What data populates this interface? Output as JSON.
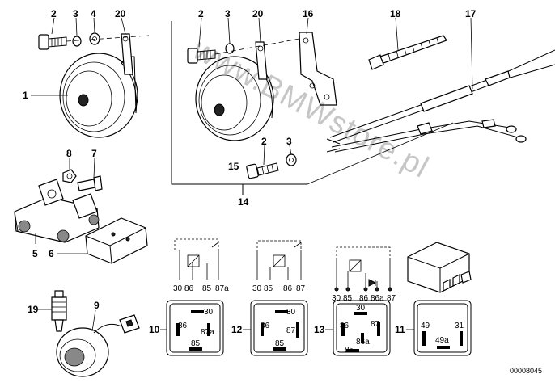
{
  "labels": {
    "p1": "1",
    "p2a": "2",
    "p3a": "3",
    "p4": "4",
    "p20a": "20",
    "p2b": "2",
    "p3b": "3",
    "p20b": "20",
    "p16": "16",
    "p18": "18",
    "p17": "17",
    "p2c": "2",
    "p3c": "3",
    "p15": "15",
    "p14": "14",
    "p8": "8",
    "p7": "7",
    "p5": "5",
    "p6": "6",
    "p19": "19",
    "p9": "9",
    "p10": "10",
    "p12": "12",
    "p13": "13",
    "p11": "11"
  },
  "relay10": {
    "schematic_pins": [
      "30",
      "86",
      "85",
      "87a"
    ],
    "face": {
      "t30": "30",
      "t86": "86",
      "t87a": "87a",
      "t85": "85"
    }
  },
  "relay12": {
    "schematic_pins": [
      "30",
      "85",
      "86",
      "87"
    ],
    "face": {
      "t30": "30",
      "t86": "86",
      "t87": "87",
      "t85": "85"
    }
  },
  "relay13": {
    "schematic_pins": [
      "30",
      "85",
      "86",
      "86a",
      "87"
    ],
    "face": {
      "t30": "30",
      "t86": "86",
      "t87": "87",
      "t86a": "86a",
      "t85": "85"
    }
  },
  "relay11": {
    "face": {
      "t49": "49",
      "t31": "31",
      "t49a": "49a"
    }
  },
  "watermark": "www.BMWstore.pl",
  "diagram_code": "00008045"
}
